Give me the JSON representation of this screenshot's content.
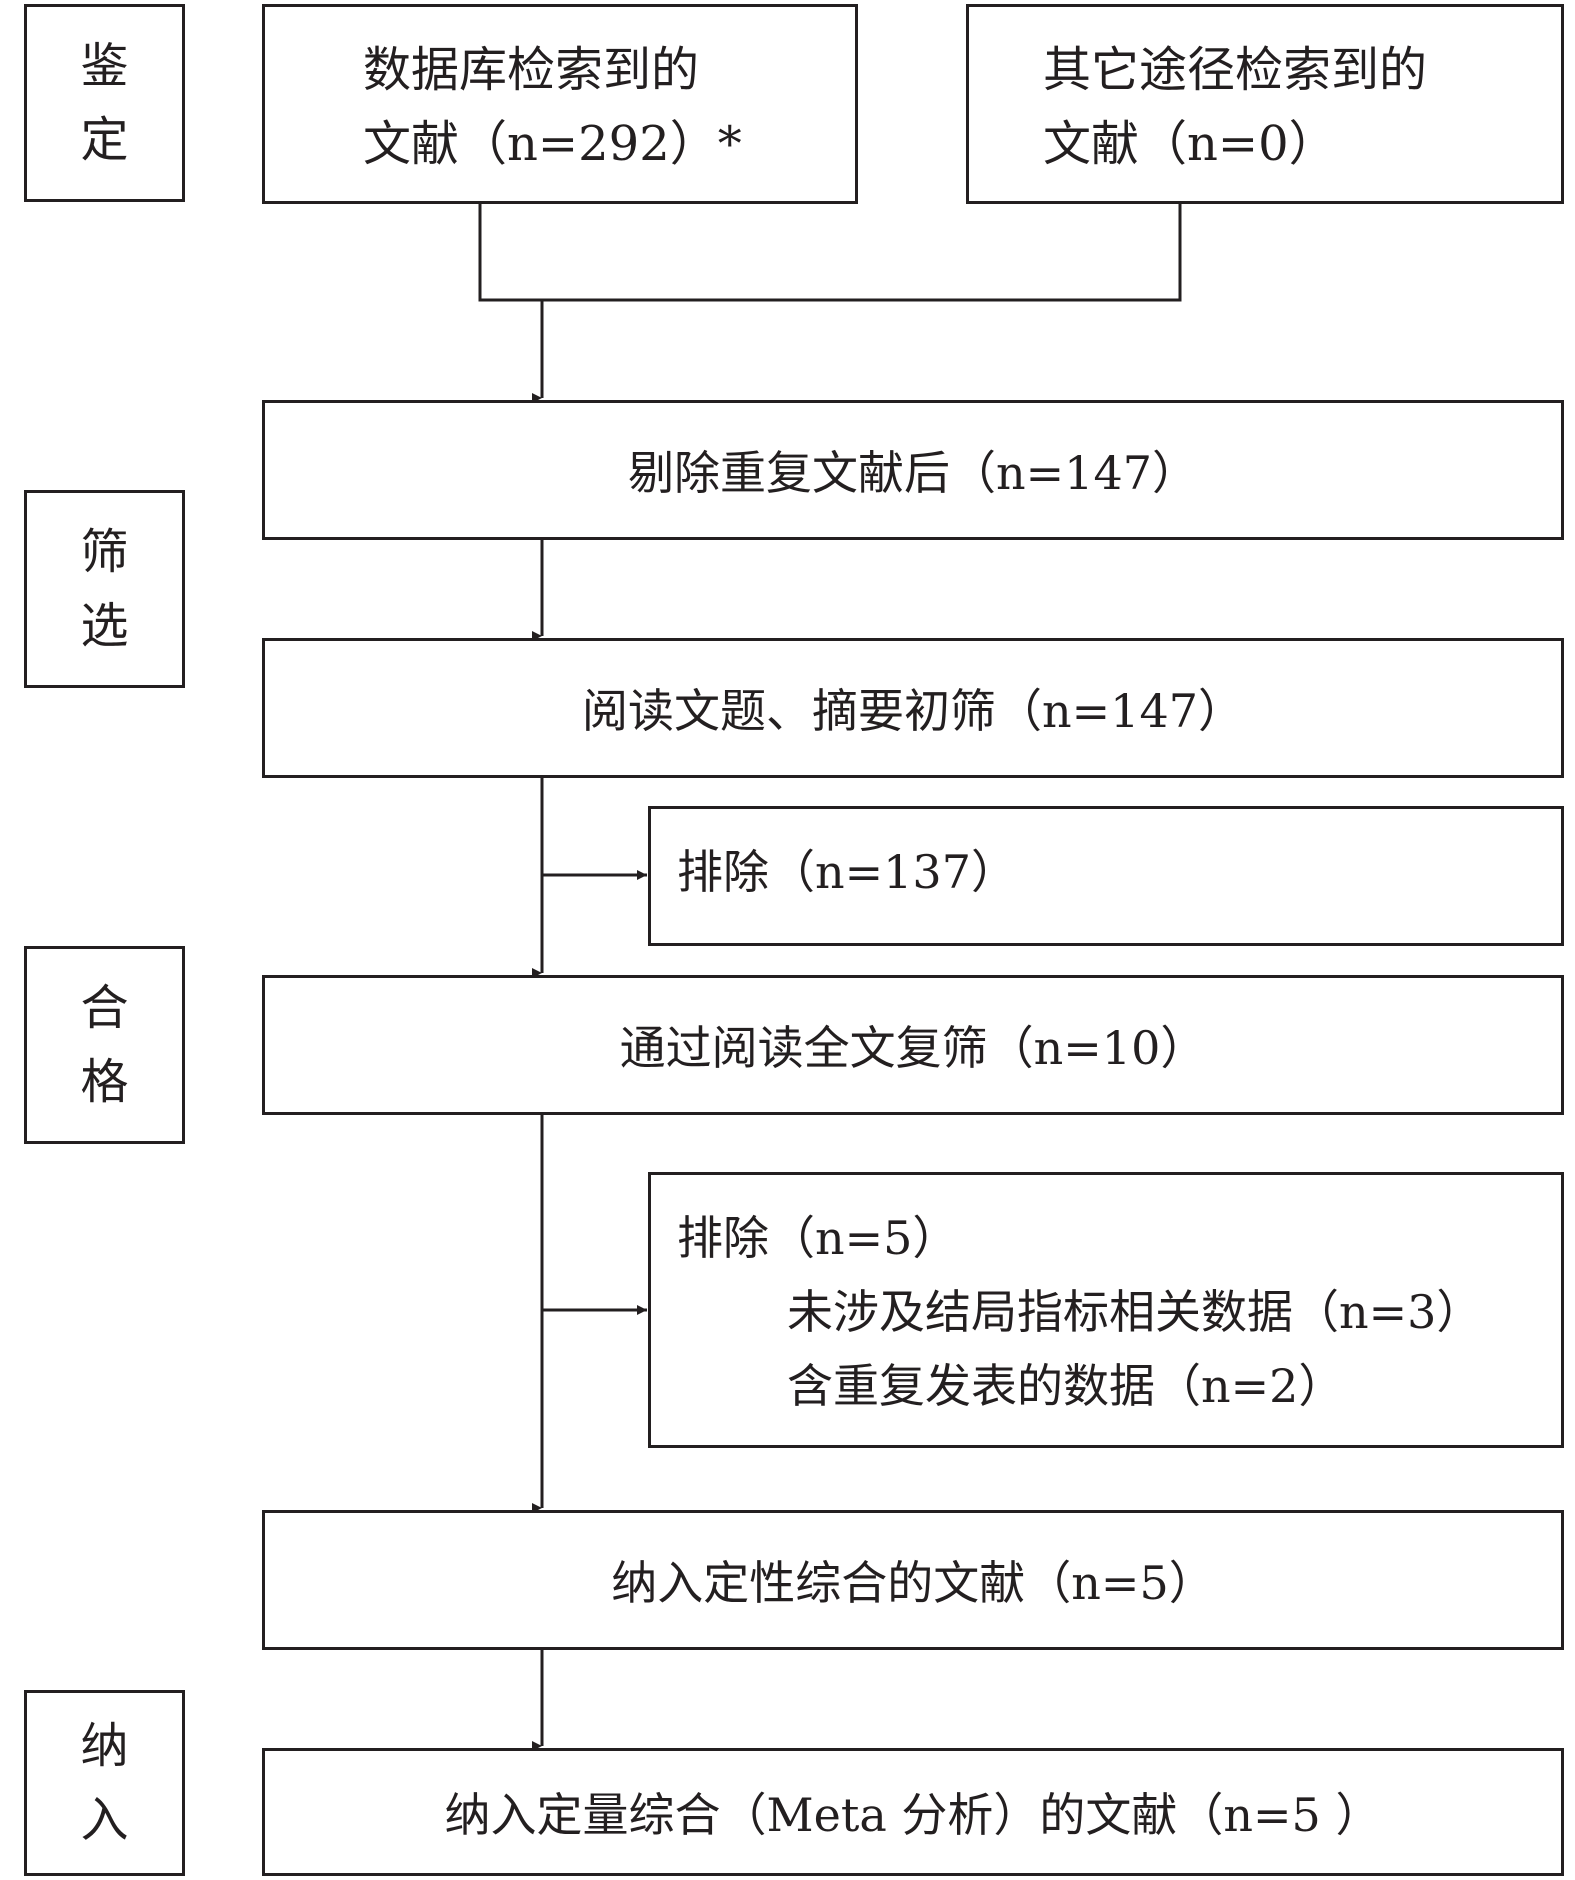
{
  "stages": {
    "identification": [
      "鉴",
      "定"
    ],
    "screening": [
      "筛",
      "选"
    ],
    "eligibility": [
      "合",
      "格"
    ],
    "included": [
      "纳",
      "入"
    ]
  },
  "boxes": {
    "database": {
      "line1": "数据库检索到的",
      "line2": "文献（n=292）*"
    },
    "other_sources": {
      "line1": "其它途径检索到的",
      "line2": "文献（n=0）"
    },
    "after_duplicates": "剔除重复文献后（n=147）",
    "title_abstract": "阅读文题、摘要初筛（n=147）",
    "excluded_1": "排除（n=137）",
    "full_text": "通过阅读全文复筛（n=10）",
    "excluded_2": {
      "title": "排除（n=5）",
      "reason_1": "未涉及结局指标相关数据（n=3）",
      "reason_2": "含重复发表的数据（n=2）"
    },
    "qualitative": "纳入定性综合的文献（n=5）",
    "quantitative": "纳入定量综合（Meta 分析）的文献（n=5 ）"
  }
}
